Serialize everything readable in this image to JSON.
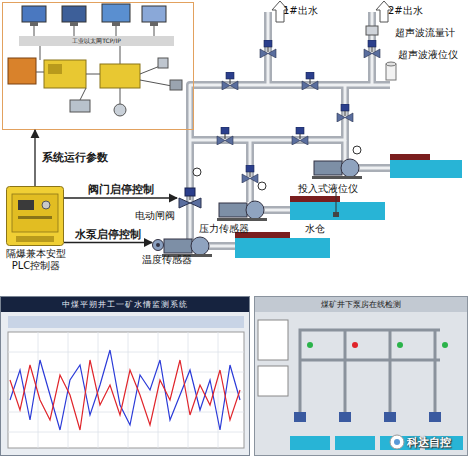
{
  "diagram": {
    "nodes": [
      {
        "text": [
          "工业以太网TCP/IP"
        ]
      },
      {
        "text": [
          "隔爆兼本安型 PLC控制器"
        ]
      },
      {
        "text": [
          "电动闸阀"
        ]
      },
      {
        "text": [
          "温度传感器"
        ]
      },
      {
        "text": [
          "中煤平朔井工一矿水情监测系统"
        ]
      },
      {
        "text": [
          "煤矿井下泵房在线检测"
        ]
      }
    ],
    "edges": [
      {
        "from": 1,
        "to": 0,
        "label": "系统运行参数",
        "arrow": "to"
      },
      {
        "from": 1,
        "to": 2,
        "label": "阀门启停控制",
        "arrow": "to"
      },
      {
        "from": 1,
        "to": 3,
        "label": "水泵启停控制",
        "arrow": "to"
      }
    ],
    "labels": [
      "1#出水",
      "2#出水",
      "超声波流量计",
      "超声波液位仪",
      "投入式液位仪",
      "压力传感器",
      "水仓",
      "科达自控"
    ]
  }
}
